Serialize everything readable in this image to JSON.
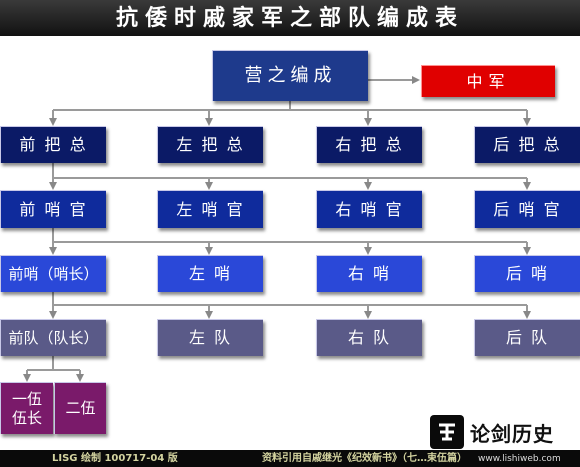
{
  "title": "抗倭时戚家军之部队编成表",
  "nodes": {
    "camp": "营之编成",
    "zhongjun": "中军",
    "front_total": "前 把 总",
    "left_total": "左 把 总",
    "right_total": "右 把 总",
    "rear_total": "后 把 总",
    "front_guan": "前 哨 官",
    "left_guan": "左 哨 官",
    "right_guan": "右 哨 官",
    "rear_guan": "后 哨 官",
    "front_shao": "前哨（哨长）",
    "left_shao": "左 哨",
    "right_shao": "右 哨",
    "rear_shao": "后 哨",
    "front_dui": "前队（队长）",
    "left_dui": "左 队",
    "right_dui": "右 队",
    "rear_dui": "后 队",
    "wu_one_line1": "一伍",
    "wu_one_line2": "伍长",
    "wu_two": "二伍"
  },
  "footer": {
    "left": "LISG 绘制 100717-04 版",
    "right": "资料引用自戚继光《纪效新书》（七…束伍篇）"
  },
  "watermark": {
    "brand": "论剑历史",
    "url": "www.lishiweb.com"
  },
  "colors": {
    "title_bg": "#1a1a1a",
    "zhongjun": "#e00000",
    "total": "#0b1a66",
    "guan": "#0f2b9c",
    "shao": "#2a48d8",
    "dui": "#5a5a88",
    "wu": "#7a1a6a"
  }
}
